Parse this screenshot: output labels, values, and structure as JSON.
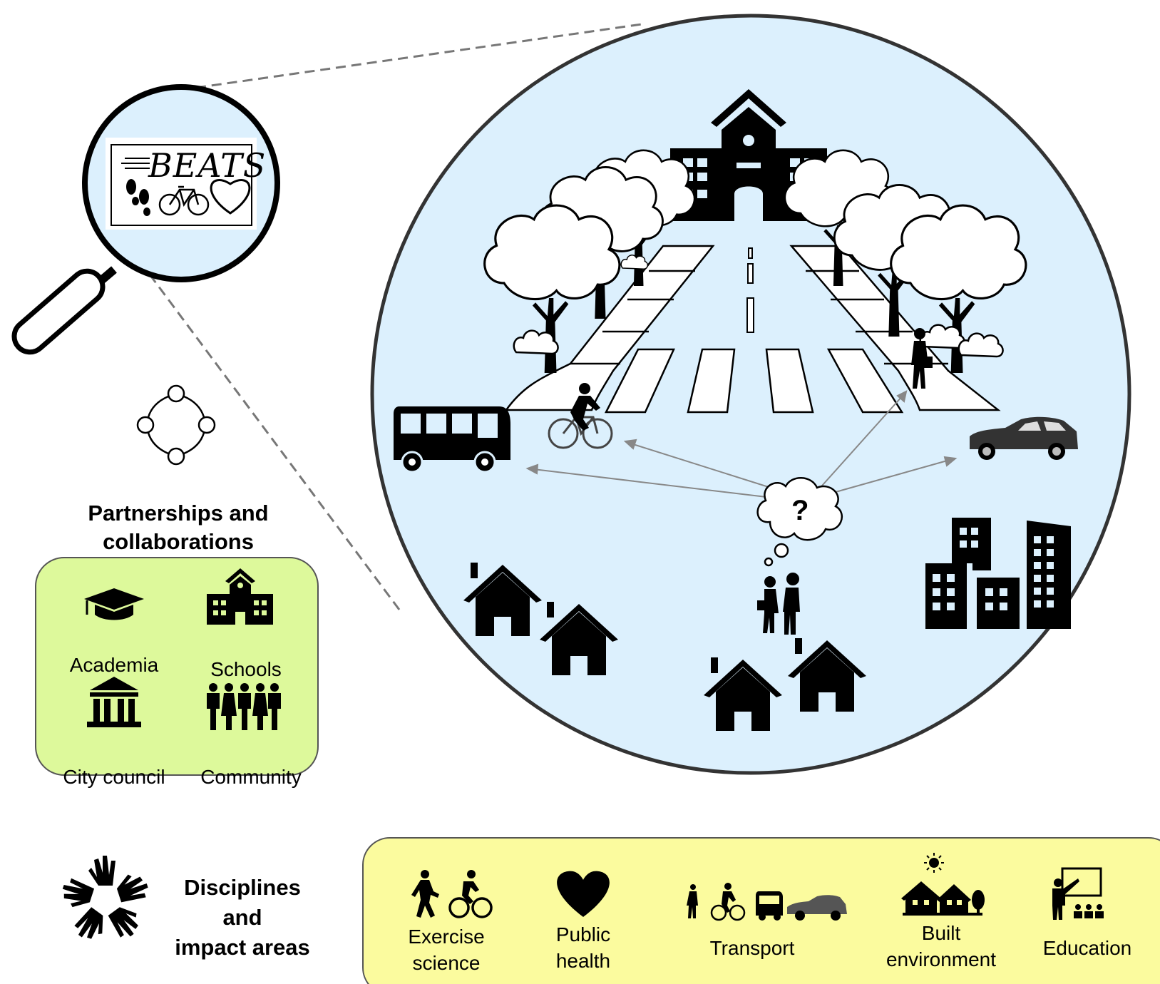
{
  "logo": {
    "text": "BEATS"
  },
  "partnerships": {
    "title": "Partnerships and collaborations",
    "items": [
      {
        "label": "Academia",
        "icon": "graduation-cap-icon"
      },
      {
        "label": "Schools",
        "icon": "school-icon"
      },
      {
        "label": "City council",
        "icon": "city-hall-icon"
      },
      {
        "label": "Community",
        "icon": "people-group-icon"
      }
    ],
    "box_color": "#ddf99b"
  },
  "disciplines": {
    "title_line1": "Disciplines",
    "title_line2": "and",
    "title_line3": "impact areas",
    "items": [
      {
        "label_line1": "Exercise",
        "label_line2": "science",
        "icon": "walk-bike-icon"
      },
      {
        "label_line1": "Public",
        "label_line2": "health",
        "icon": "heart-icon"
      },
      {
        "label_line1": "Transport",
        "label_line2": "",
        "icon": "transport-modes-icon"
      },
      {
        "label_line1": "Built",
        "label_line2": "environment",
        "icon": "houses-sun-icon"
      },
      {
        "label_line1": "Education",
        "label_line2": "",
        "icon": "teacher-icon"
      }
    ],
    "box_color": "#fbfb9e"
  },
  "scene": {
    "circle_color": "#dcf0fd",
    "thought_symbol": "?"
  }
}
